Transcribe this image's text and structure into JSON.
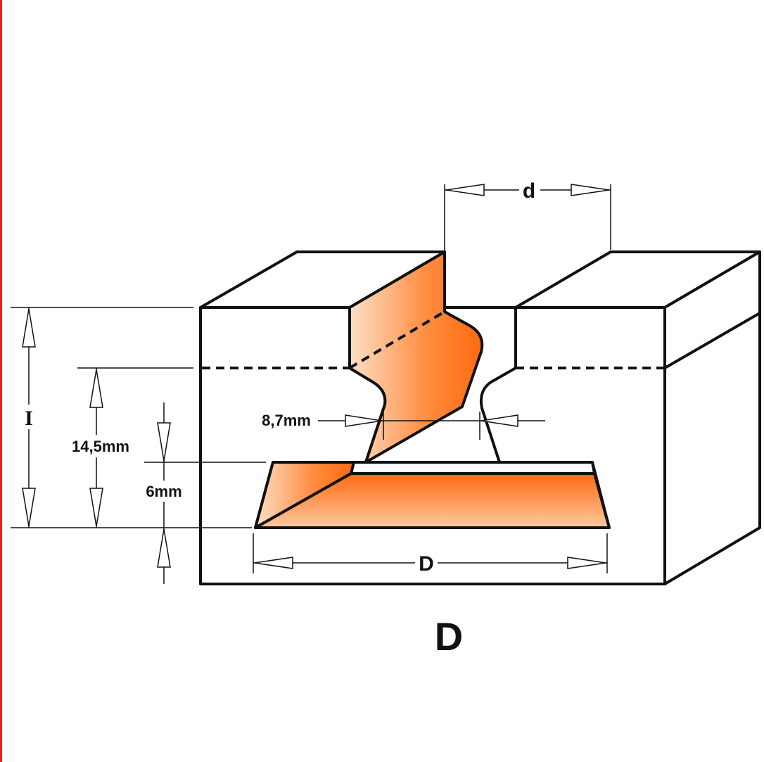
{
  "colors": {
    "accent_orange": "#ff6a10",
    "light_orange": "#fcd2b0",
    "edge_red": "#e8201c",
    "line": "#111111"
  },
  "labels": {
    "d": "d",
    "I": "I",
    "height_total": "14,5mm",
    "height_lower": "6mm",
    "neck_width": "8,7mm",
    "D_dim": "D",
    "profile_name": "D"
  }
}
